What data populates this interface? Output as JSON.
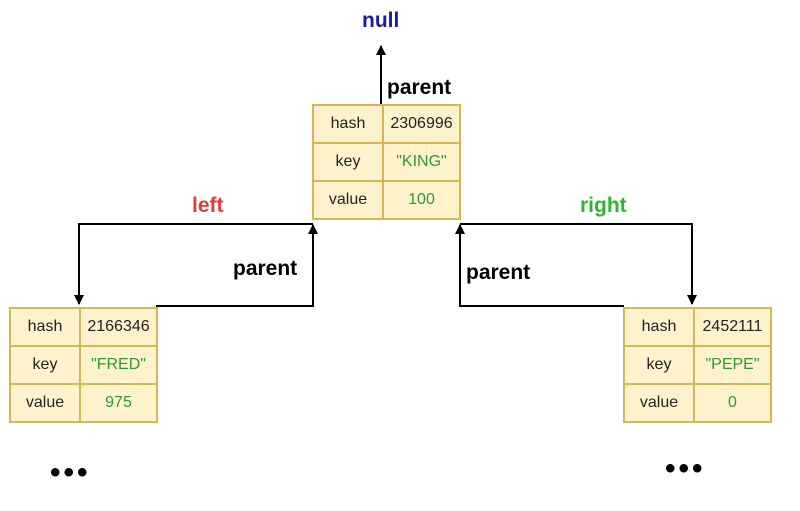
{
  "colors": {
    "null": "#1a1aa6",
    "left": "#e03c3c",
    "right": "#2db52d",
    "parent": "#000000",
    "cell_fill": "#fff2cc",
    "cell_border": "#d6b656",
    "value_text": "#2e9a2e"
  },
  "labels": {
    "null": "null",
    "left": "left",
    "right": "right",
    "parent_root": "parent",
    "parent_left": "parent",
    "parent_right": "parent"
  },
  "nodes": {
    "root": {
      "hash_label": "hash",
      "hash": "2306996",
      "key_label": "key",
      "key": "\"KING\"",
      "value_label": "value",
      "value": "100"
    },
    "left": {
      "hash_label": "hash",
      "hash": "2166346",
      "key_label": "key",
      "key": "\"FRED\"",
      "value_label": "value",
      "value": "975"
    },
    "right": {
      "hash_label": "hash",
      "hash": "2452111",
      "key_label": "key",
      "key": "\"PEPE\"",
      "value_label": "value",
      "value": "0"
    }
  },
  "ellipsis": {
    "left": "•••",
    "right": "•••"
  }
}
